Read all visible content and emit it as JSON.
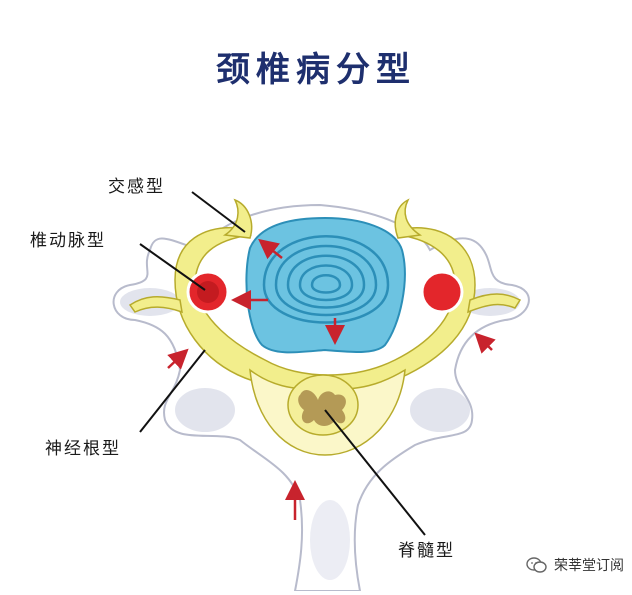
{
  "title": "颈椎病分型",
  "labels": {
    "sympathetic": "交感型",
    "vertebral_artery": "椎动脉型",
    "nerve_root": "神经根型",
    "spinal_cord": "脊髓型"
  },
  "watermark": "荣莘堂订阅",
  "colors": {
    "background": "#ffffff",
    "bone": "#ffffff",
    "bone_shadow": "#d6d8e6",
    "disc": "#6cc3e1",
    "disc_rings": "#2c8fb8",
    "artery": "#e3262b",
    "nerve": "#f2ee8c",
    "nerve_outline": "#b7ab2c",
    "cord": "#f4ef9a",
    "grey_matter": "#b49a56",
    "arrow": "#c8232d",
    "title": "#1e2f6e"
  }
}
